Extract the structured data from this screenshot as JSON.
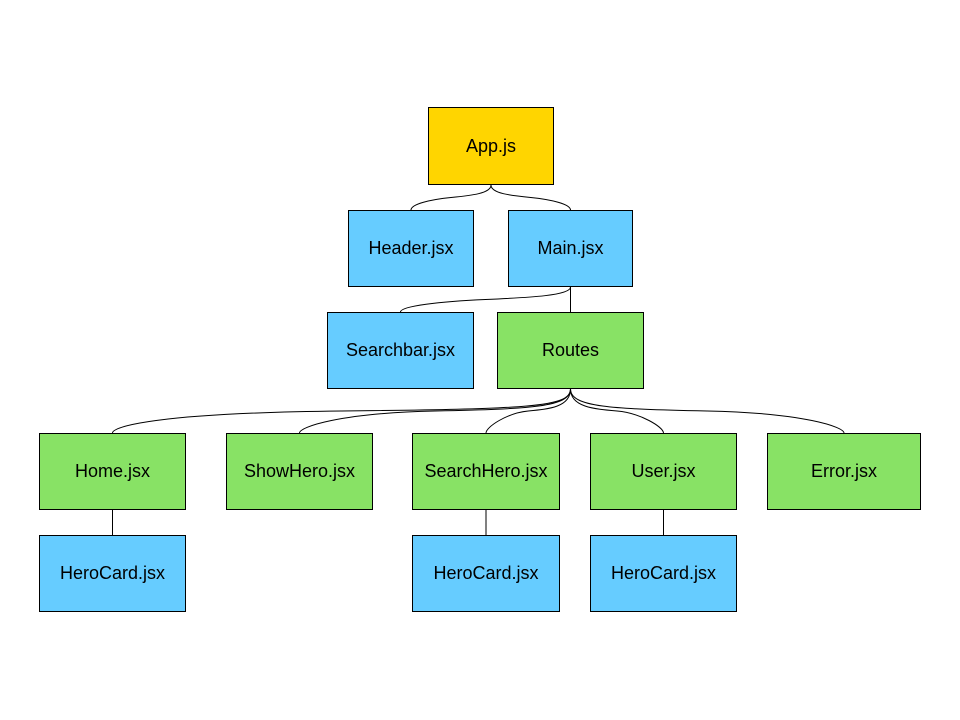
{
  "colors": {
    "root": "#FFD500",
    "component": "#66CCFF",
    "route": "#88E265"
  },
  "nodes": {
    "app": {
      "label": "App.js",
      "kind": "root"
    },
    "header": {
      "label": "Header.jsx",
      "kind": "component"
    },
    "main": {
      "label": "Main.jsx",
      "kind": "component"
    },
    "searchbar": {
      "label": "Searchbar.jsx",
      "kind": "component"
    },
    "routes": {
      "label": "Routes",
      "kind": "route"
    },
    "home": {
      "label": "Home.jsx",
      "kind": "route"
    },
    "showhero": {
      "label": "ShowHero.jsx",
      "kind": "route"
    },
    "searchhero": {
      "label": "SearchHero.jsx",
      "kind": "route"
    },
    "user": {
      "label": "User.jsx",
      "kind": "route"
    },
    "error": {
      "label": "Error.jsx",
      "kind": "route"
    },
    "herocard_home": {
      "label": "HeroCard.jsx",
      "kind": "component"
    },
    "herocard_searchhero": {
      "label": "HeroCard.jsx",
      "kind": "component"
    },
    "herocard_user": {
      "label": "HeroCard.jsx",
      "kind": "component"
    }
  },
  "edges": [
    {
      "from": "app",
      "to": "header"
    },
    {
      "from": "app",
      "to": "main"
    },
    {
      "from": "main",
      "to": "searchbar"
    },
    {
      "from": "main",
      "to": "routes"
    },
    {
      "from": "routes",
      "to": "home"
    },
    {
      "from": "routes",
      "to": "showhero"
    },
    {
      "from": "routes",
      "to": "searchhero"
    },
    {
      "from": "routes",
      "to": "user"
    },
    {
      "from": "routes",
      "to": "error"
    },
    {
      "from": "home",
      "to": "herocard_home"
    },
    {
      "from": "searchhero",
      "to": "herocard_searchhero"
    },
    {
      "from": "user",
      "to": "herocard_user"
    }
  ]
}
